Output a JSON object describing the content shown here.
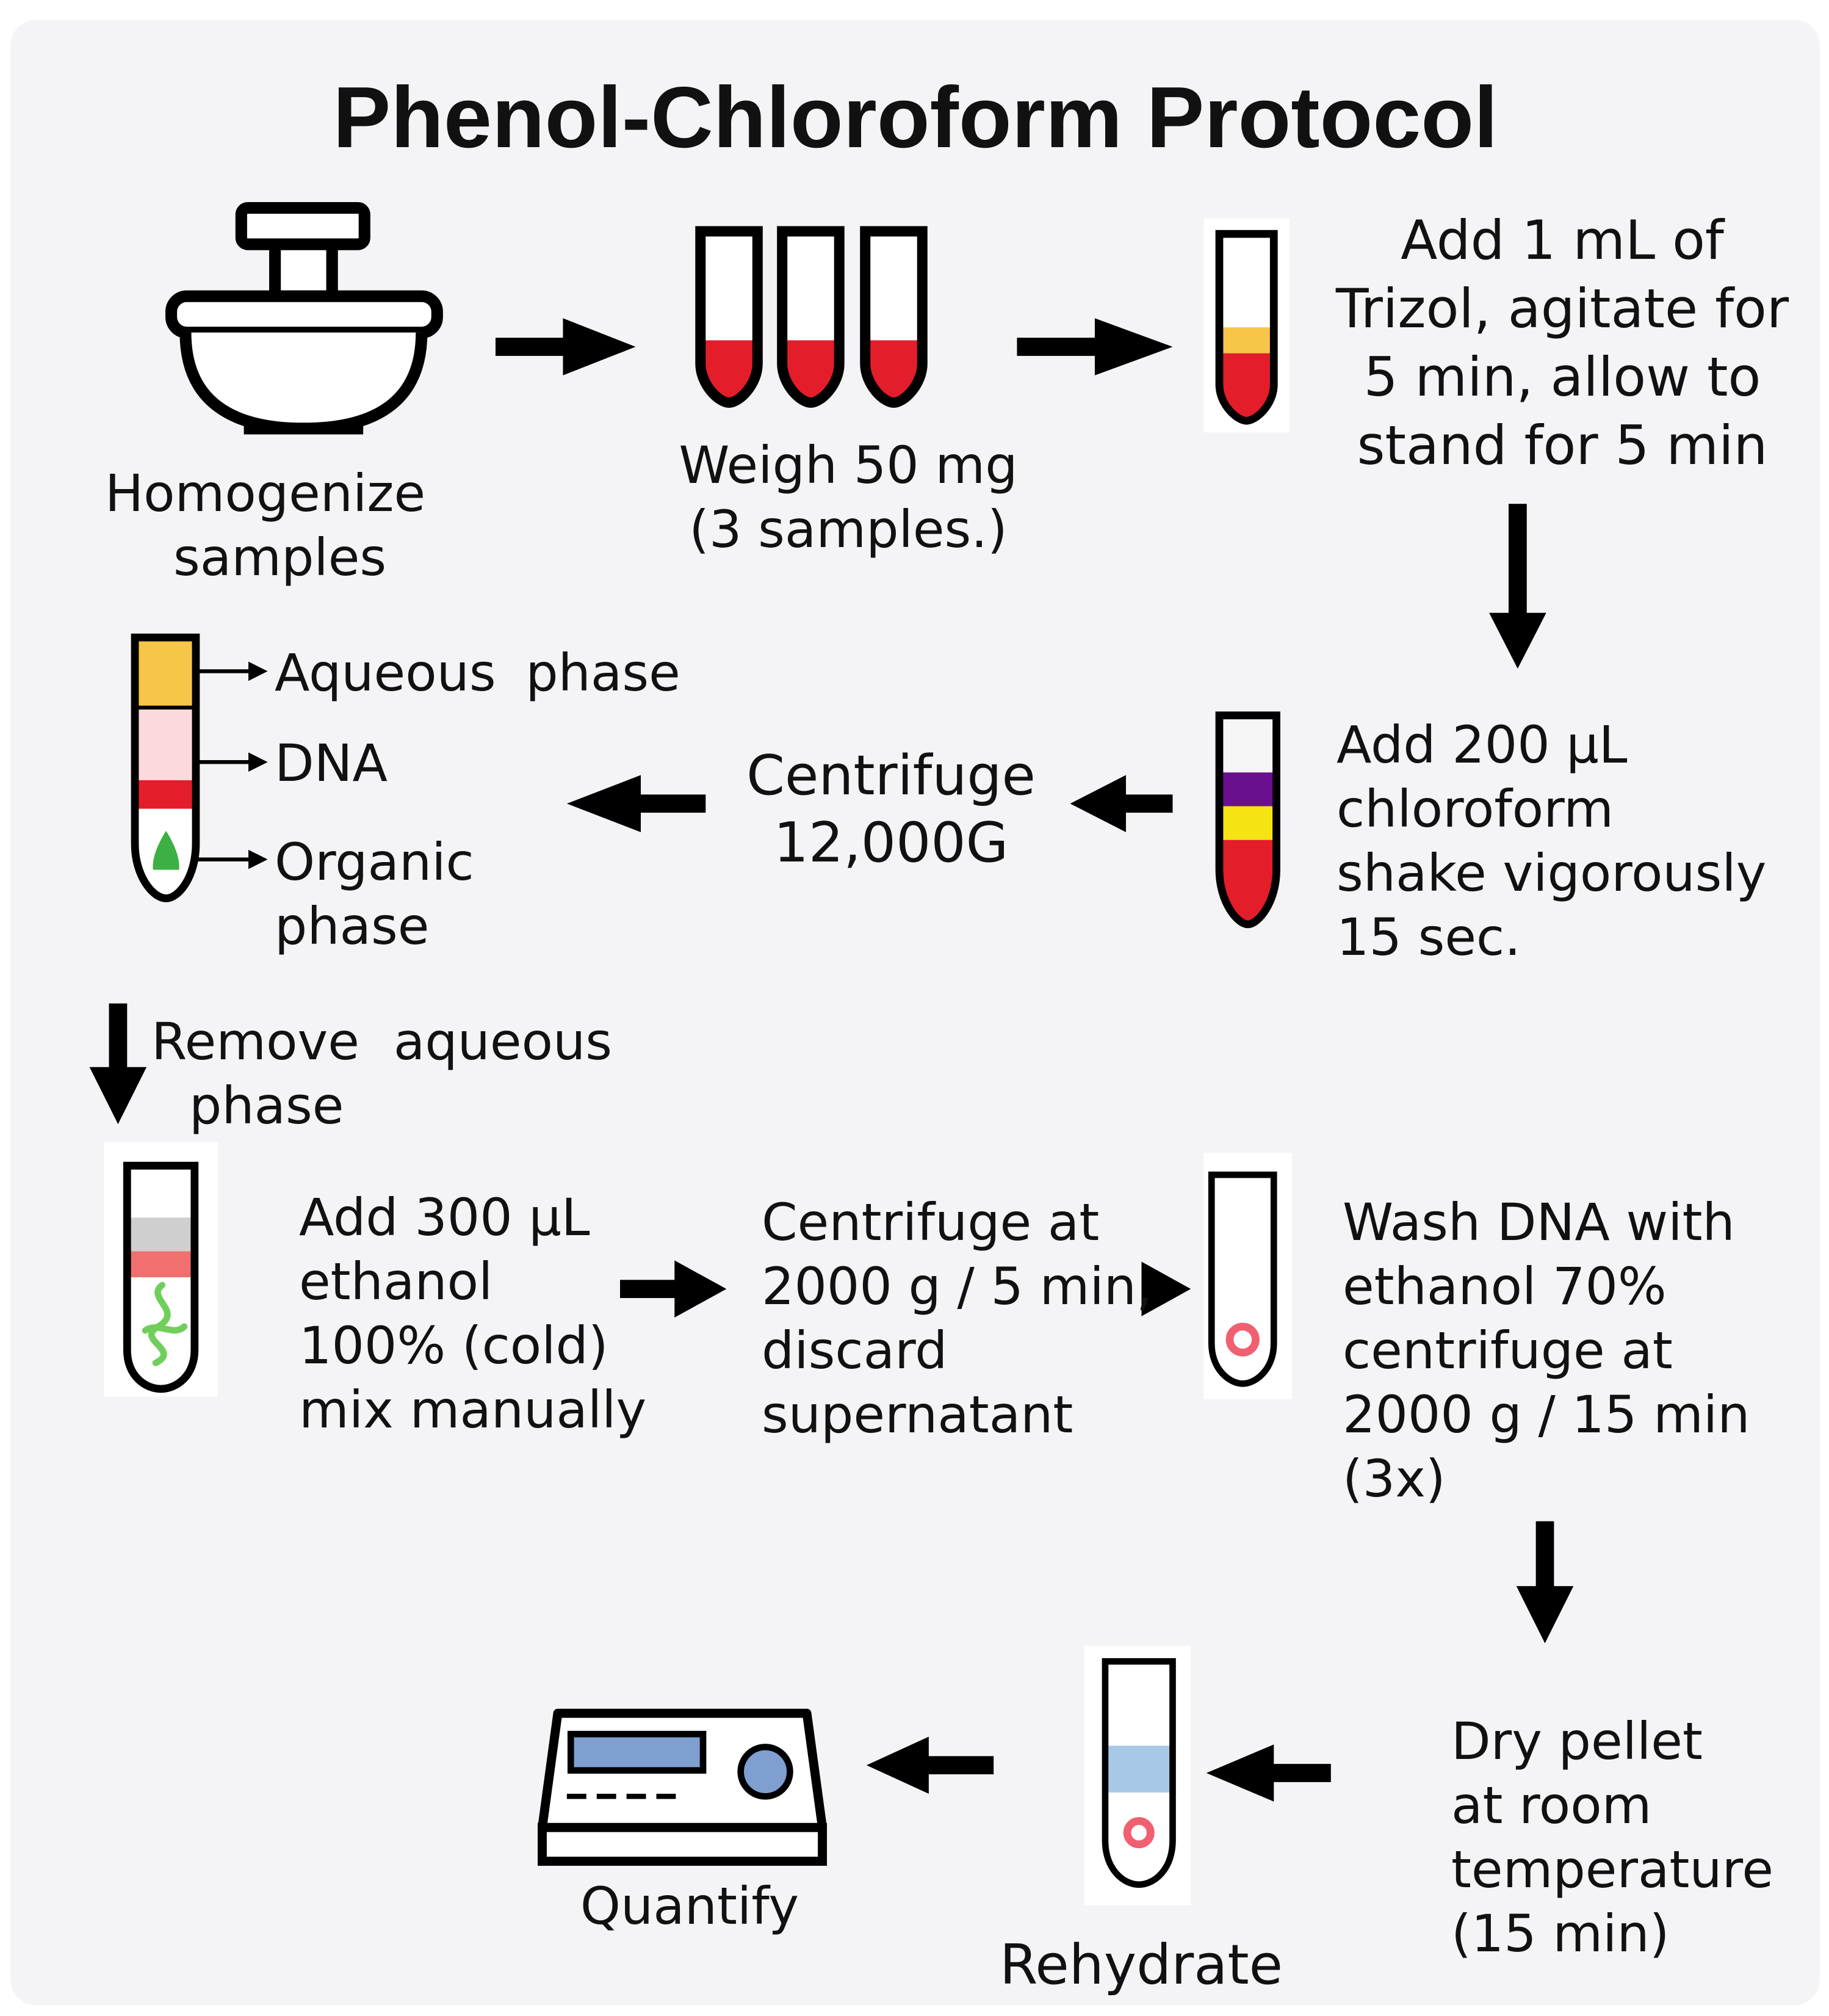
{
  "title": "Phenol-Chloroform Protocol",
  "colors": {
    "background": "#f4f4f6",
    "blood_red": "#e41d2b",
    "aqueous_yellow": "#f7c548",
    "dna_pink": "#fadadd",
    "purple": "#6a0f8e",
    "bright_yellow": "#f5e313",
    "grey_band": "#cfcfcf",
    "salmon_band": "#f07070",
    "pellet_green": "#6fcf5a",
    "pellet_pink": "#f06070",
    "rehydrate_blue": "#a8c8e8",
    "display_blue": "#7f9fd0",
    "arrow": "#000000"
  },
  "steps": {
    "homogenize": {
      "line1": "Homogenize",
      "line2": "samples",
      "icon": "mortar-and-pestle-icon"
    },
    "weigh": {
      "line1": "Weigh 50 mg",
      "line2": "(3 samples.)",
      "icon": "sample-tubes-icon"
    },
    "trizol": {
      "line1": "Add 1 mL of",
      "line2": "Trizol, agitate for",
      "line3": "5 min, allow to",
      "line4": "stand for 5 min",
      "icon": "trizol-tube-icon"
    },
    "chloroform": {
      "line1": "Add 200 µL",
      "line2": "chloroform",
      "line3": "shake vigorously",
      "line4": "15 sec.",
      "icon": "layered-tube-icon"
    },
    "centrifuge_1": {
      "line1": "Centrifuge",
      "line2": "12,000G"
    },
    "phases": {
      "aqueous": "Aqueous",
      "aqueous_2": "phase",
      "dna": "DNA",
      "organic": "Organic",
      "organic_2": "phase",
      "icon": "phase-separation-tube-icon"
    },
    "remove": {
      "line1": "Remove",
      "line1b": "aqueous",
      "line2": "phase"
    },
    "ethanol": {
      "line1": "Add 300 µL",
      "line2": "ethanol",
      "line3": "100% (cold)",
      "line4": "mix manually",
      "icon": "precipitate-tube-icon"
    },
    "centrifuge_2": {
      "line1": "Centrifuge at",
      "line2": "2000 g / 5 min,",
      "line3": "discard",
      "line4": "supernatant"
    },
    "wash": {
      "line1": "Wash DNA with",
      "line2": "ethanol 70%",
      "line3": "centrifuge at",
      "line4": "2000 g / 15 min",
      "line5": "(3x)",
      "icon": "pellet-tube-icon"
    },
    "dry": {
      "line1": "Dry pellet",
      "line2": "at room",
      "line3": "temperature",
      "line4": "(15 min)"
    },
    "rehydrate": {
      "label": "Rehydrate",
      "icon": "rehydrate-tube-icon"
    },
    "quantify": {
      "label": "Quantify",
      "icon": "spectrophotometer-icon"
    }
  }
}
